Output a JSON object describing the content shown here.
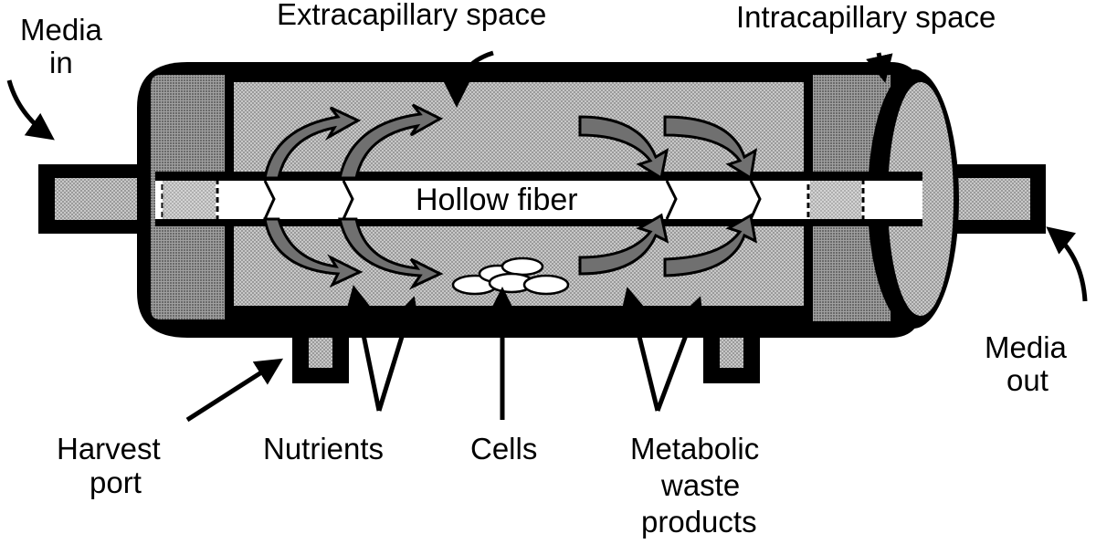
{
  "labels": {
    "media_in": [
      "Media",
      "in"
    ],
    "extracapillary_space": "Extracapillary space",
    "intracapillary_space": "Intracapillary space",
    "hollow_fiber": "Hollow fiber",
    "media_out": [
      "Media",
      "out"
    ],
    "harvest_port": [
      "Harvest",
      "port"
    ],
    "nutrients": "Nutrients",
    "cells": "Cells",
    "metabolic_waste": [
      "Metabolic",
      "waste",
      "products"
    ]
  },
  "colors": {
    "ink": "#000000",
    "shell_fill": "#b8b8b8",
    "endcap_fill": "#9a9a9a",
    "fiber_fill": "#ffffff",
    "arrow_fill": "#6e6e6e",
    "paper": "#ffffff"
  }
}
